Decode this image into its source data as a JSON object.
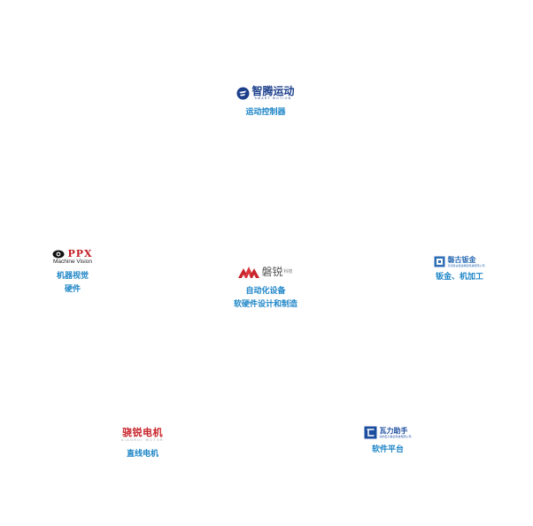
{
  "nodes": {
    "top": {
      "logo_name": "智腾运动",
      "logo_sub": "SMART MOTION",
      "caption": "运动控制器",
      "accent": "#1c3f8c"
    },
    "left": {
      "logo_name": "PPX",
      "logo_sub": "Machine Vision",
      "caption_line1": "机器视觉",
      "caption_line2": "硬件",
      "accent": "#c21d24"
    },
    "center": {
      "logo_name": "磐锐",
      "logo_tag": "科技",
      "caption_line1": "自动化设备",
      "caption_line2": "软硬件设计和制造",
      "accent": "#c8242b"
    },
    "right": {
      "logo_name": "磐古钣金",
      "logo_sub": "东莞磐古钣金精密机械有限公司",
      "caption": "钣金、机加工",
      "accent": "#2f6db5"
    },
    "bottom_left": {
      "logo_name": "骁锐电机",
      "logo_sub": "XIAORUI MOTOR",
      "caption": "直线电机",
      "accent": "#c8242b"
    },
    "bottom_right": {
      "logo_name": "瓦力助手",
      "logo_sub": "深圳瓦力信息科技有限公司",
      "caption": "软件平台",
      "accent": "#1c4ea0"
    }
  },
  "caption_color": "#1e86c8"
}
